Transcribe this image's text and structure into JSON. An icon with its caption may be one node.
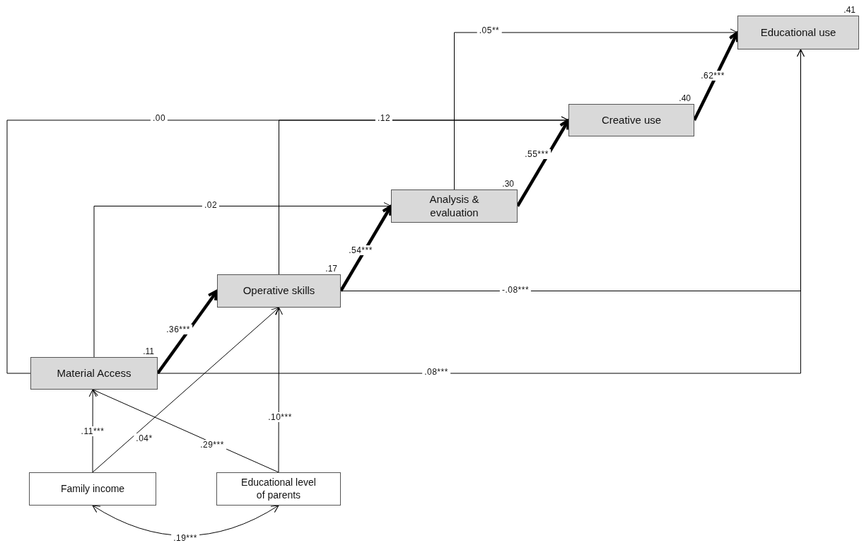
{
  "diagram": {
    "nodes": [
      {
        "text": [
          "Educational use"
        ],
        "beside": [
          ".41"
        ]
      },
      {
        "text": [
          "Creative use"
        ],
        "beside": [
          ".40"
        ]
      },
      {
        "text": [
          "Analysis & evaluation"
        ],
        "beside": [
          ".30"
        ]
      },
      {
        "text": [
          "Operative skills"
        ],
        "beside": [
          ".17"
        ]
      },
      {
        "text": [
          "Material Access"
        ],
        "beside": [
          ".11"
        ]
      },
      {
        "text": [
          "Family income"
        ]
      },
      {
        "text": [
          "Educational level of parents"
        ]
      }
    ],
    "edges": [
      {
        "from": 4,
        "to": 3,
        "arrow": "to",
        "label": ".36***",
        "style": "thick"
      },
      {
        "from": 3,
        "to": 2,
        "arrow": "to",
        "label": ".54***",
        "style": "thick"
      },
      {
        "from": 2,
        "to": 1,
        "arrow": "to",
        "label": ".55***",
        "style": "thick"
      },
      {
        "from": 1,
        "to": 0,
        "arrow": "to",
        "label": ".62***",
        "style": "thick"
      },
      {
        "from": 2,
        "to": 0,
        "arrow": "to",
        "label": ".05**"
      },
      {
        "from": 4,
        "to": 1,
        "arrow": "to",
        "label": ".00"
      },
      {
        "from": 3,
        "to": 1,
        "arrow": "to",
        "label": ".12"
      },
      {
        "from": 4,
        "to": 2,
        "arrow": "to",
        "label": ".02"
      },
      {
        "from": 3,
        "to": 0,
        "arrow": "to",
        "label": "-.08***"
      },
      {
        "from": 4,
        "to": 0,
        "arrow": "to",
        "label": ".08***"
      },
      {
        "from": 5,
        "to": 4,
        "arrow": "to",
        "label": ".11***"
      },
      {
        "from": 5,
        "to": 3,
        "arrow": "to",
        "label": ".04*"
      },
      {
        "from": 6,
        "to": 4,
        "arrow": "to",
        "label": ".29***"
      },
      {
        "from": 6,
        "to": 3,
        "arrow": "to",
        "label": ".10***"
      },
      {
        "from": 5,
        "to": 6,
        "arrow": "both",
        "label": ".19***"
      }
    ]
  }
}
